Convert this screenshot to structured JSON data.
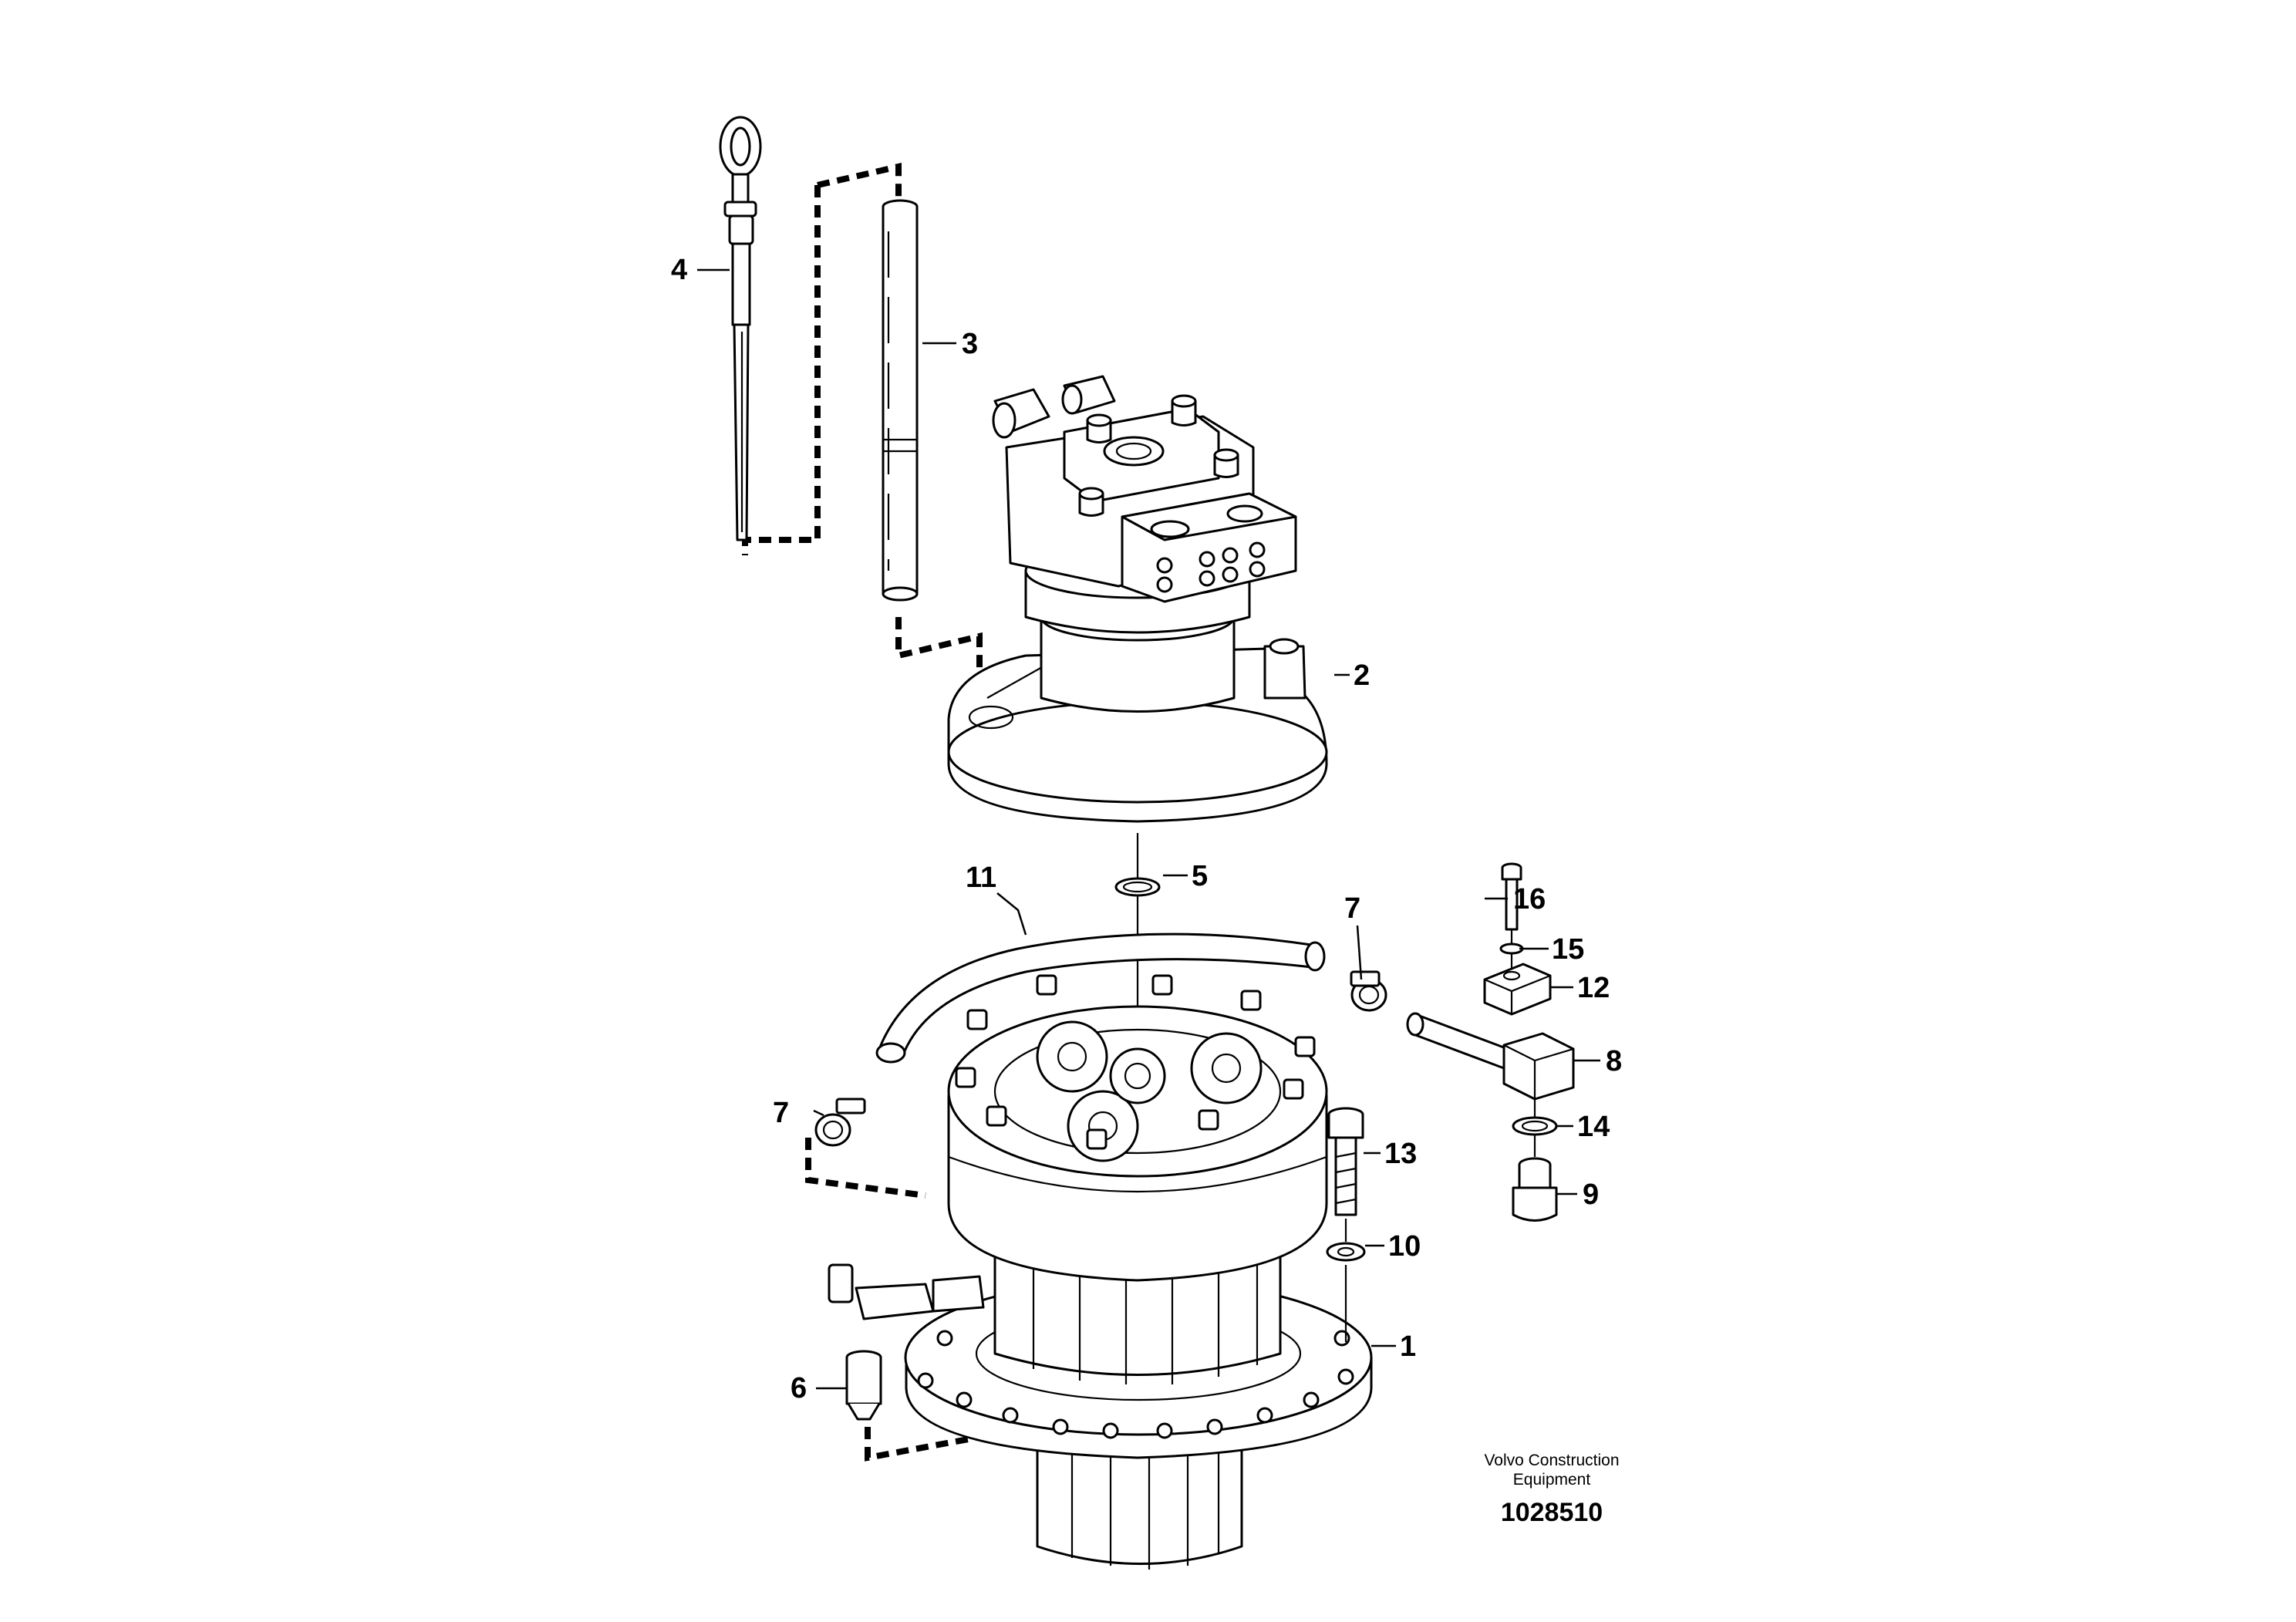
{
  "diagram": {
    "callouts": [
      {
        "id": "c1",
        "text": "1"
      },
      {
        "id": "c2",
        "text": "2"
      },
      {
        "id": "c3",
        "text": "3"
      },
      {
        "id": "c4",
        "text": "4"
      },
      {
        "id": "c5",
        "text": "5"
      },
      {
        "id": "c6",
        "text": "6"
      },
      {
        "id": "c7a",
        "text": "7"
      },
      {
        "id": "c7b",
        "text": "7"
      },
      {
        "id": "c8",
        "text": "8"
      },
      {
        "id": "c9",
        "text": "9"
      },
      {
        "id": "c10",
        "text": "10"
      },
      {
        "id": "c11",
        "text": "11"
      },
      {
        "id": "c12",
        "text": "12"
      },
      {
        "id": "c13",
        "text": "13"
      },
      {
        "id": "c14",
        "text": "14"
      },
      {
        "id": "c15",
        "text": "15"
      },
      {
        "id": "c16",
        "text": "16"
      }
    ],
    "caption_line1": "Volvo Construction",
    "caption_line2": "Equipment",
    "document_number": "1028510"
  }
}
